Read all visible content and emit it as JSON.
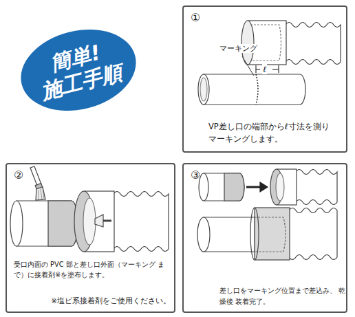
{
  "diagram": {
    "nodes": [
      {
        "text": [
          "簡単!",
          "施工手順"
        ]
      },
      {
        "text": [
          "①",
          "VP差し口の端部からℓ寸法を測り マーキングします。"
        ]
      },
      {
        "text": [
          "②",
          "受口内面の PVC 部と差し口外面（マーキング まで）に接着剤※を塗布します。",
          "※塩ビ系接着剤をご使用ください。"
        ]
      },
      {
        "text": [
          "③",
          "差し口をマーキング位置まで差込み、 乾燥後 装着完了。"
        ]
      }
    ],
    "labels": [
      "マーキング",
      "ℓ"
    ]
  }
}
